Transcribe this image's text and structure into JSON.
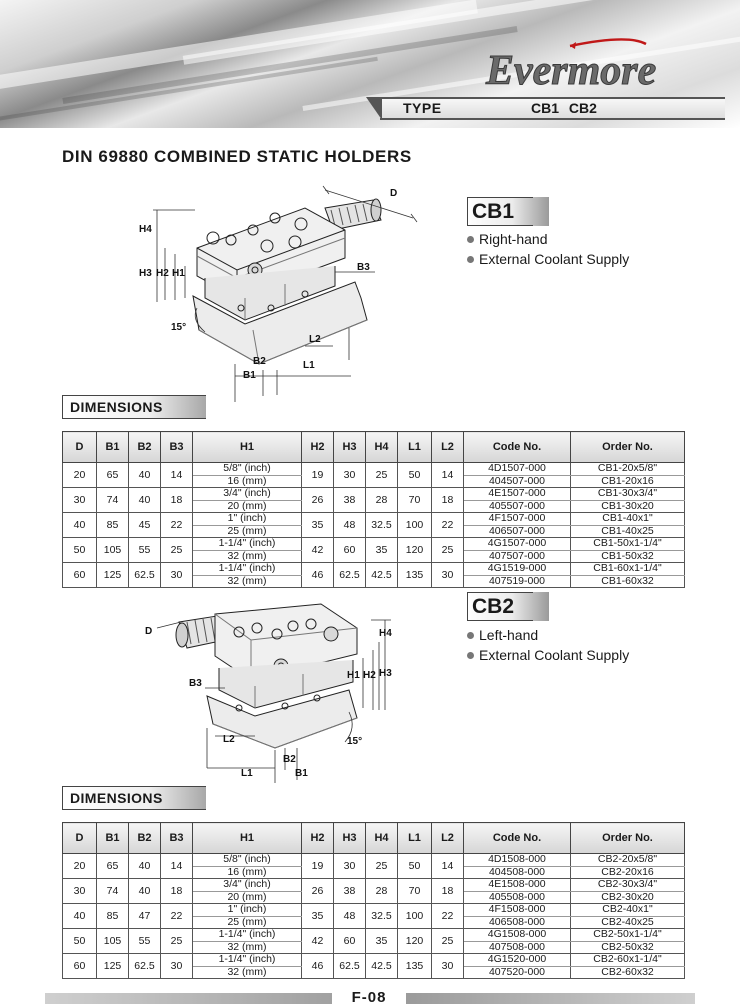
{
  "brand": {
    "logo_text": "Evermore"
  },
  "header": {
    "type_label": "TYPE",
    "type_value": "CB1  CB2"
  },
  "page_title": "DIN 69880  COMBINED STATIC HOLDERS",
  "cb1": {
    "label": "CB1",
    "features": [
      "Right-hand",
      "External Coolant Supply"
    ],
    "diagram_labels": {
      "d": "D",
      "h4": "H4",
      "h3": "H3",
      "h2": "H2",
      "h1": "H1",
      "b3": "B3",
      "angle": "15°",
      "l2": "L2",
      "b2": "B2",
      "b1": "B1",
      "l1": "L1"
    }
  },
  "cb2": {
    "label": "CB2",
    "features": [
      "Left-hand",
      "External Coolant Supply"
    ],
    "diagram_labels": {
      "d": "D",
      "h4": "H4",
      "h3": "H3",
      "h2": "H2",
      "h1": "H1",
      "b3": "B3",
      "angle": "15°",
      "l2": "L2",
      "b2": "B2",
      "b1": "B1",
      "l1": "L1"
    }
  },
  "dimensions_heading": "DIMENSIONS",
  "table_headers": [
    "D",
    "B1",
    "B2",
    "B3",
    "H1",
    "H2",
    "H3",
    "H4",
    "L1",
    "L2",
    "Code No.",
    "Order No."
  ],
  "cb1_rows": [
    {
      "d": "20",
      "b1": "65",
      "b2": "40",
      "b3": "14",
      "h1_inch": "5/8\" (inch)",
      "h1_mm": "16 (mm)",
      "h2": "19",
      "h3": "30",
      "h4": "25",
      "l1": "50",
      "l2": "14",
      "code_inch": "4D1507-000",
      "code_mm": "404507-000",
      "order_inch": "CB1-20x5/8\"",
      "order_mm": "CB1-20x16"
    },
    {
      "d": "30",
      "b1": "74",
      "b2": "40",
      "b3": "18",
      "h1_inch": "3/4\" (inch)",
      "h1_mm": "20 (mm)",
      "h2": "26",
      "h3": "38",
      "h4": "28",
      "l1": "70",
      "l2": "18",
      "code_inch": "4E1507-000",
      "code_mm": "405507-000",
      "order_inch": "CB1-30x3/4\"",
      "order_mm": "CB1-30x20"
    },
    {
      "d": "40",
      "b1": "85",
      "b2": "45",
      "b3": "22",
      "h1_inch": "1\" (inch)",
      "h1_mm": "25 (mm)",
      "h2": "35",
      "h3": "48",
      "h4": "32.5",
      "l1": "100",
      "l2": "22",
      "code_inch": "4F1507-000",
      "code_mm": "406507-000",
      "order_inch": "CB1-40x1\"",
      "order_mm": "CB1-40x25"
    },
    {
      "d": "50",
      "b1": "105",
      "b2": "55",
      "b3": "25",
      "h1_inch": "1-1/4\" (inch)",
      "h1_mm": "32 (mm)",
      "h2": "42",
      "h3": "60",
      "h4": "35",
      "l1": "120",
      "l2": "25",
      "code_inch": "4G1507-000",
      "code_mm": "407507-000",
      "order_inch": "CB1-50x1-1/4\"",
      "order_mm": "CB1-50x32"
    },
    {
      "d": "60",
      "b1": "125",
      "b2": "62.5",
      "b3": "30",
      "h1_inch": "1-1/4\" (inch)",
      "h1_mm": "32 (mm)",
      "h2": "46",
      "h3": "62.5",
      "h4": "42.5",
      "l1": "135",
      "l2": "30",
      "code_inch": "4G1519-000",
      "code_mm": "407519-000",
      "order_inch": "CB1-60x1-1/4\"",
      "order_mm": "CB1-60x32"
    }
  ],
  "cb2_rows": [
    {
      "d": "20",
      "b1": "65",
      "b2": "40",
      "b3": "14",
      "h1_inch": "5/8\" (inch)",
      "h1_mm": "16 (mm)",
      "h2": "19",
      "h3": "30",
      "h4": "25",
      "l1": "50",
      "l2": "14",
      "code_inch": "4D1508-000",
      "code_mm": "404508-000",
      "order_inch": "CB2-20x5/8\"",
      "order_mm": "CB2-20x16"
    },
    {
      "d": "30",
      "b1": "74",
      "b2": "40",
      "b3": "18",
      "h1_inch": "3/4\" (inch)",
      "h1_mm": "20 (mm)",
      "h2": "26",
      "h3": "38",
      "h4": "28",
      "l1": "70",
      "l2": "18",
      "code_inch": "4E1508-000",
      "code_mm": "405508-000",
      "order_inch": "CB2-30x3/4\"",
      "order_mm": "CB2-30x20"
    },
    {
      "d": "40",
      "b1": "85",
      "b2": "47",
      "b3": "22",
      "h1_inch": "1\" (inch)",
      "h1_mm": "25 (mm)",
      "h2": "35",
      "h3": "48",
      "h4": "32.5",
      "l1": "100",
      "l2": "22",
      "code_inch": "4F1508-000",
      "code_mm": "406508-000",
      "order_inch": "CB2-40x1\"",
      "order_mm": "CB2-40x25"
    },
    {
      "d": "50",
      "b1": "105",
      "b2": "55",
      "b3": "25",
      "h1_inch": "1-1/4\" (inch)",
      "h1_mm": "32 (mm)",
      "h2": "42",
      "h3": "60",
      "h4": "35",
      "l1": "120",
      "l2": "25",
      "code_inch": "4G1508-000",
      "code_mm": "407508-000",
      "order_inch": "CB2-50x1-1/4\"",
      "order_mm": "CB2-50x32"
    },
    {
      "d": "60",
      "b1": "125",
      "b2": "62.5",
      "b3": "30",
      "h1_inch": "1-1/4\" (inch)",
      "h1_mm": "32 (mm)",
      "h2": "46",
      "h3": "62.5",
      "h4": "42.5",
      "l1": "135",
      "l2": "30",
      "code_inch": "4G1520-000",
      "code_mm": "407520-000",
      "order_inch": "CB2-60x1-1/4\"",
      "order_mm": "CB2-60x32"
    }
  ],
  "footer": {
    "page_number": "F-08"
  }
}
